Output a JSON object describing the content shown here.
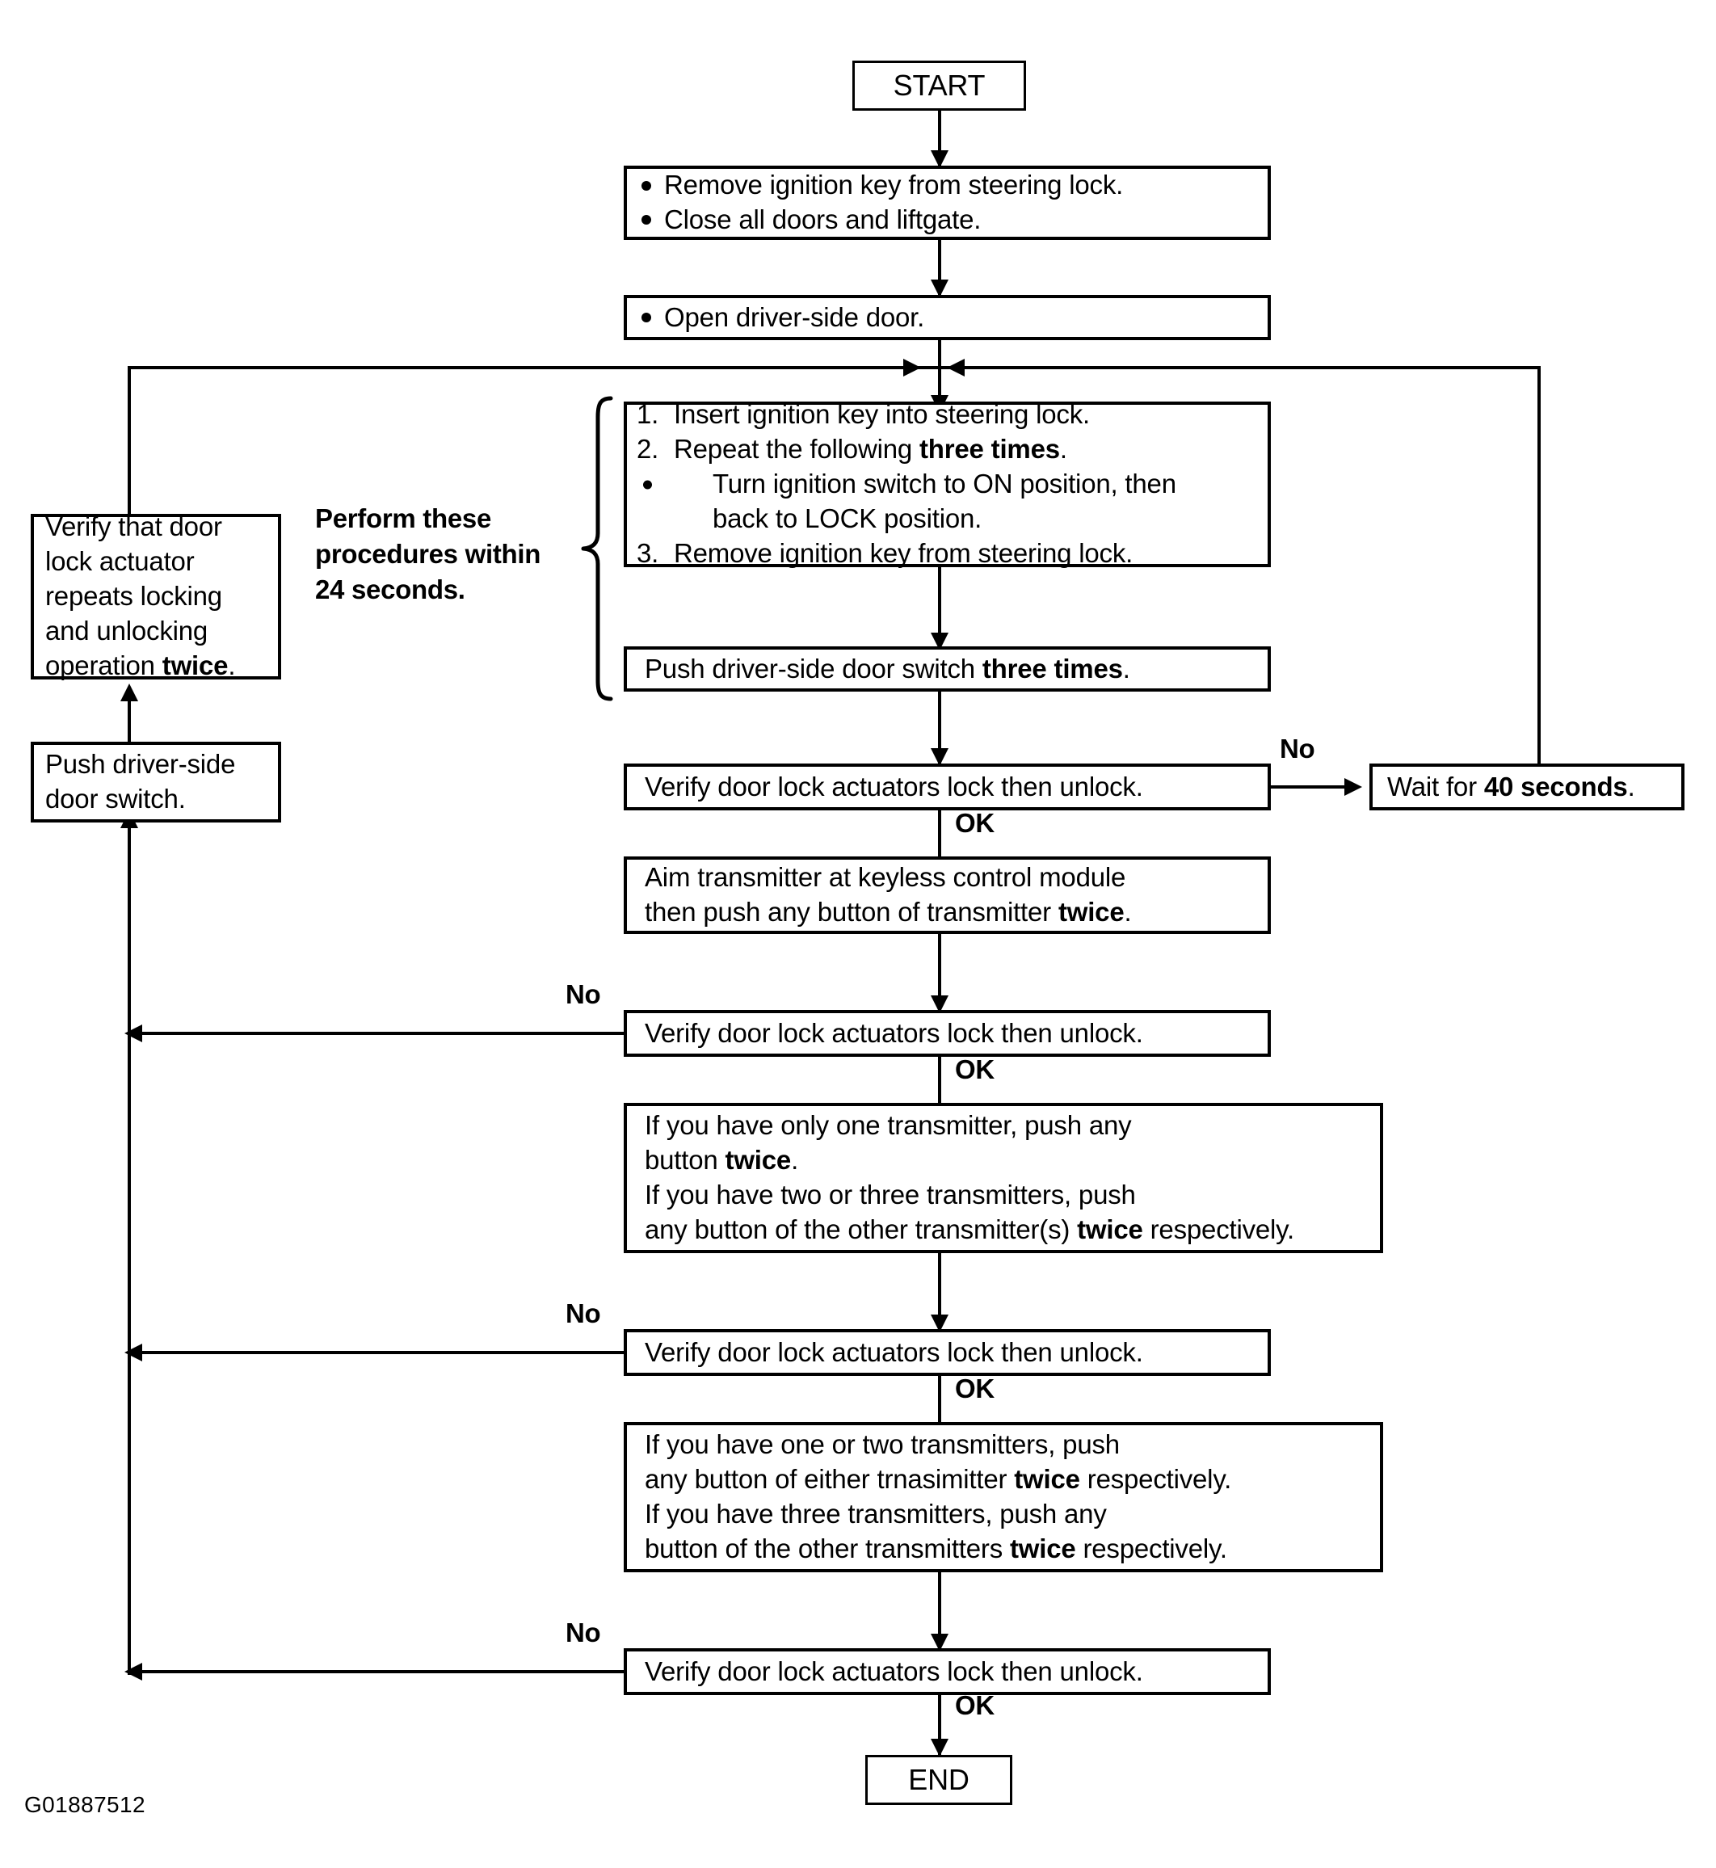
{
  "figure": {
    "code": "G01887512",
    "title": "Keyless entry transmitter programming flowchart"
  },
  "nodes": {
    "start": {
      "label": "START"
    },
    "end": {
      "label": "END"
    },
    "prep": {
      "lines": [
        "Remove ignition key from steering lock.",
        "Close all doors and liftgate."
      ]
    },
    "open_door": {
      "lines": [
        "Open driver-side door."
      ]
    },
    "key_cycle": {
      "step1_num": "1.",
      "step1": "Insert ignition key into steering lock.",
      "step2_num": "2.",
      "step2_a": "Repeat the following ",
      "step2_b": "three times",
      "step2_c": ".",
      "step2_sub_a": "Turn ignition switch to ON position, then",
      "step2_sub_b": "back to LOCK position.",
      "step3_num": "3.",
      "step3": "Remove ignition key from steering lock."
    },
    "push_switch_3x": {
      "a": "Push driver-side door switch ",
      "b": "three times",
      "c": "."
    },
    "verify_1": {
      "label": "Verify door lock actuators lock then unlock."
    },
    "wait_40": {
      "a": "Wait for ",
      "b": "40 seconds",
      "c": "."
    },
    "aim_transmitter": {
      "line1": "Aim transmitter at keyless control module",
      "line2_a": "then push any button of transmitter ",
      "line2_b": "twice",
      "line2_c": "."
    },
    "verify_2": {
      "label": "Verify door lock actuators lock then unlock."
    },
    "transmitters_a": {
      "line1": "If you have only one transmitter, push any",
      "line2_a": "button ",
      "line2_b": "twice",
      "line2_c": ".",
      "line3": "If you have two or three transmitters, push",
      "line4_a": "any button of the other transmitter(s) ",
      "line4_b": "twice",
      "line4_c": " respectively."
    },
    "verify_3": {
      "label": "Verify door lock actuators lock then unlock."
    },
    "transmitters_b": {
      "line1": "If you have one or two transmitters, push",
      "line2_a": "any button of either trnasimitter ",
      "line2_b": "twice",
      "line2_c": " respectively.",
      "line3": "If you have three transmitters, push any",
      "line4_a": "button of the other transmitters ",
      "line4_b": "twice",
      "line4_c": " respectively."
    },
    "verify_4": {
      "label": "Verify door lock actuators lock then unlock."
    },
    "verify_repeat": {
      "line1": "Verify that door",
      "line2": "lock actuator",
      "line3": "repeats locking",
      "line4": "and unlocking",
      "line5_a": "operation ",
      "line5_b": "twice",
      "line5_c": "."
    },
    "push_switch": {
      "line1": "Push driver-side",
      "line2": "door switch."
    }
  },
  "annotations": {
    "timing_note": {
      "line1": "Perform these",
      "line2": "procedures within",
      "line3": "24 seconds."
    }
  },
  "edges": {
    "no_1": "No",
    "no_2": "No",
    "no_3": "No",
    "no_4": "No",
    "ok_1": "OK",
    "ok_2": "OK",
    "ok_3": "OK",
    "ok_4": "OK"
  },
  "colors": {
    "ink": "#000000",
    "paper": "#ffffff"
  }
}
